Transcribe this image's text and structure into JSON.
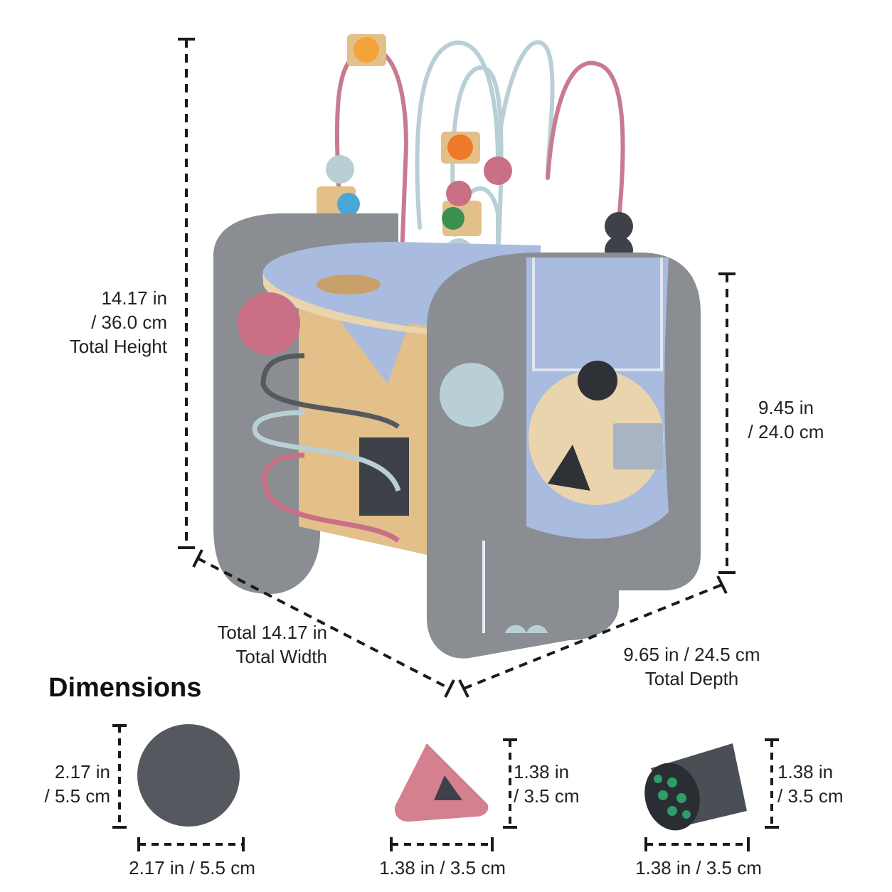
{
  "heading": "Dimensions",
  "main_product": {
    "height": {
      "line1": "14.17 in",
      "line2": "/ 36.0 cm",
      "line3": "Total Height"
    },
    "front_height": {
      "line1": "9.45 in",
      "line2": "/ 24.0 cm"
    },
    "width": {
      "line1": "Total 14.17 in",
      "line2": "Total Width"
    },
    "depth": {
      "line1": "9.65 in / 24.5 cm",
      "line2": "Total Depth"
    }
  },
  "accessories": [
    {
      "name": "ball",
      "height_line1": "2.17 in",
      "height_line2": "/ 5.5 cm",
      "width": "2.17 in / 5.5 cm",
      "color": "#55595f"
    },
    {
      "name": "triangle",
      "height_line1": "1.38 in",
      "height_line2": "/ 3.5 cm",
      "width": "1.38 in / 3.5 cm",
      "color": "#d4808f"
    },
    {
      "name": "cylinder",
      "height_line1": "1.38 in",
      "height_line2": "/ 3.5 cm",
      "width": "1.38 in / 3.5 cm",
      "color": "#4a4f55"
    }
  ],
  "colors": {
    "gray": "#8a8d92",
    "blue": "#a9bcdf",
    "wood": "#e3c08a",
    "pink": "#c96f86",
    "dark": "#3e4248",
    "green": "#2f9d6a"
  }
}
